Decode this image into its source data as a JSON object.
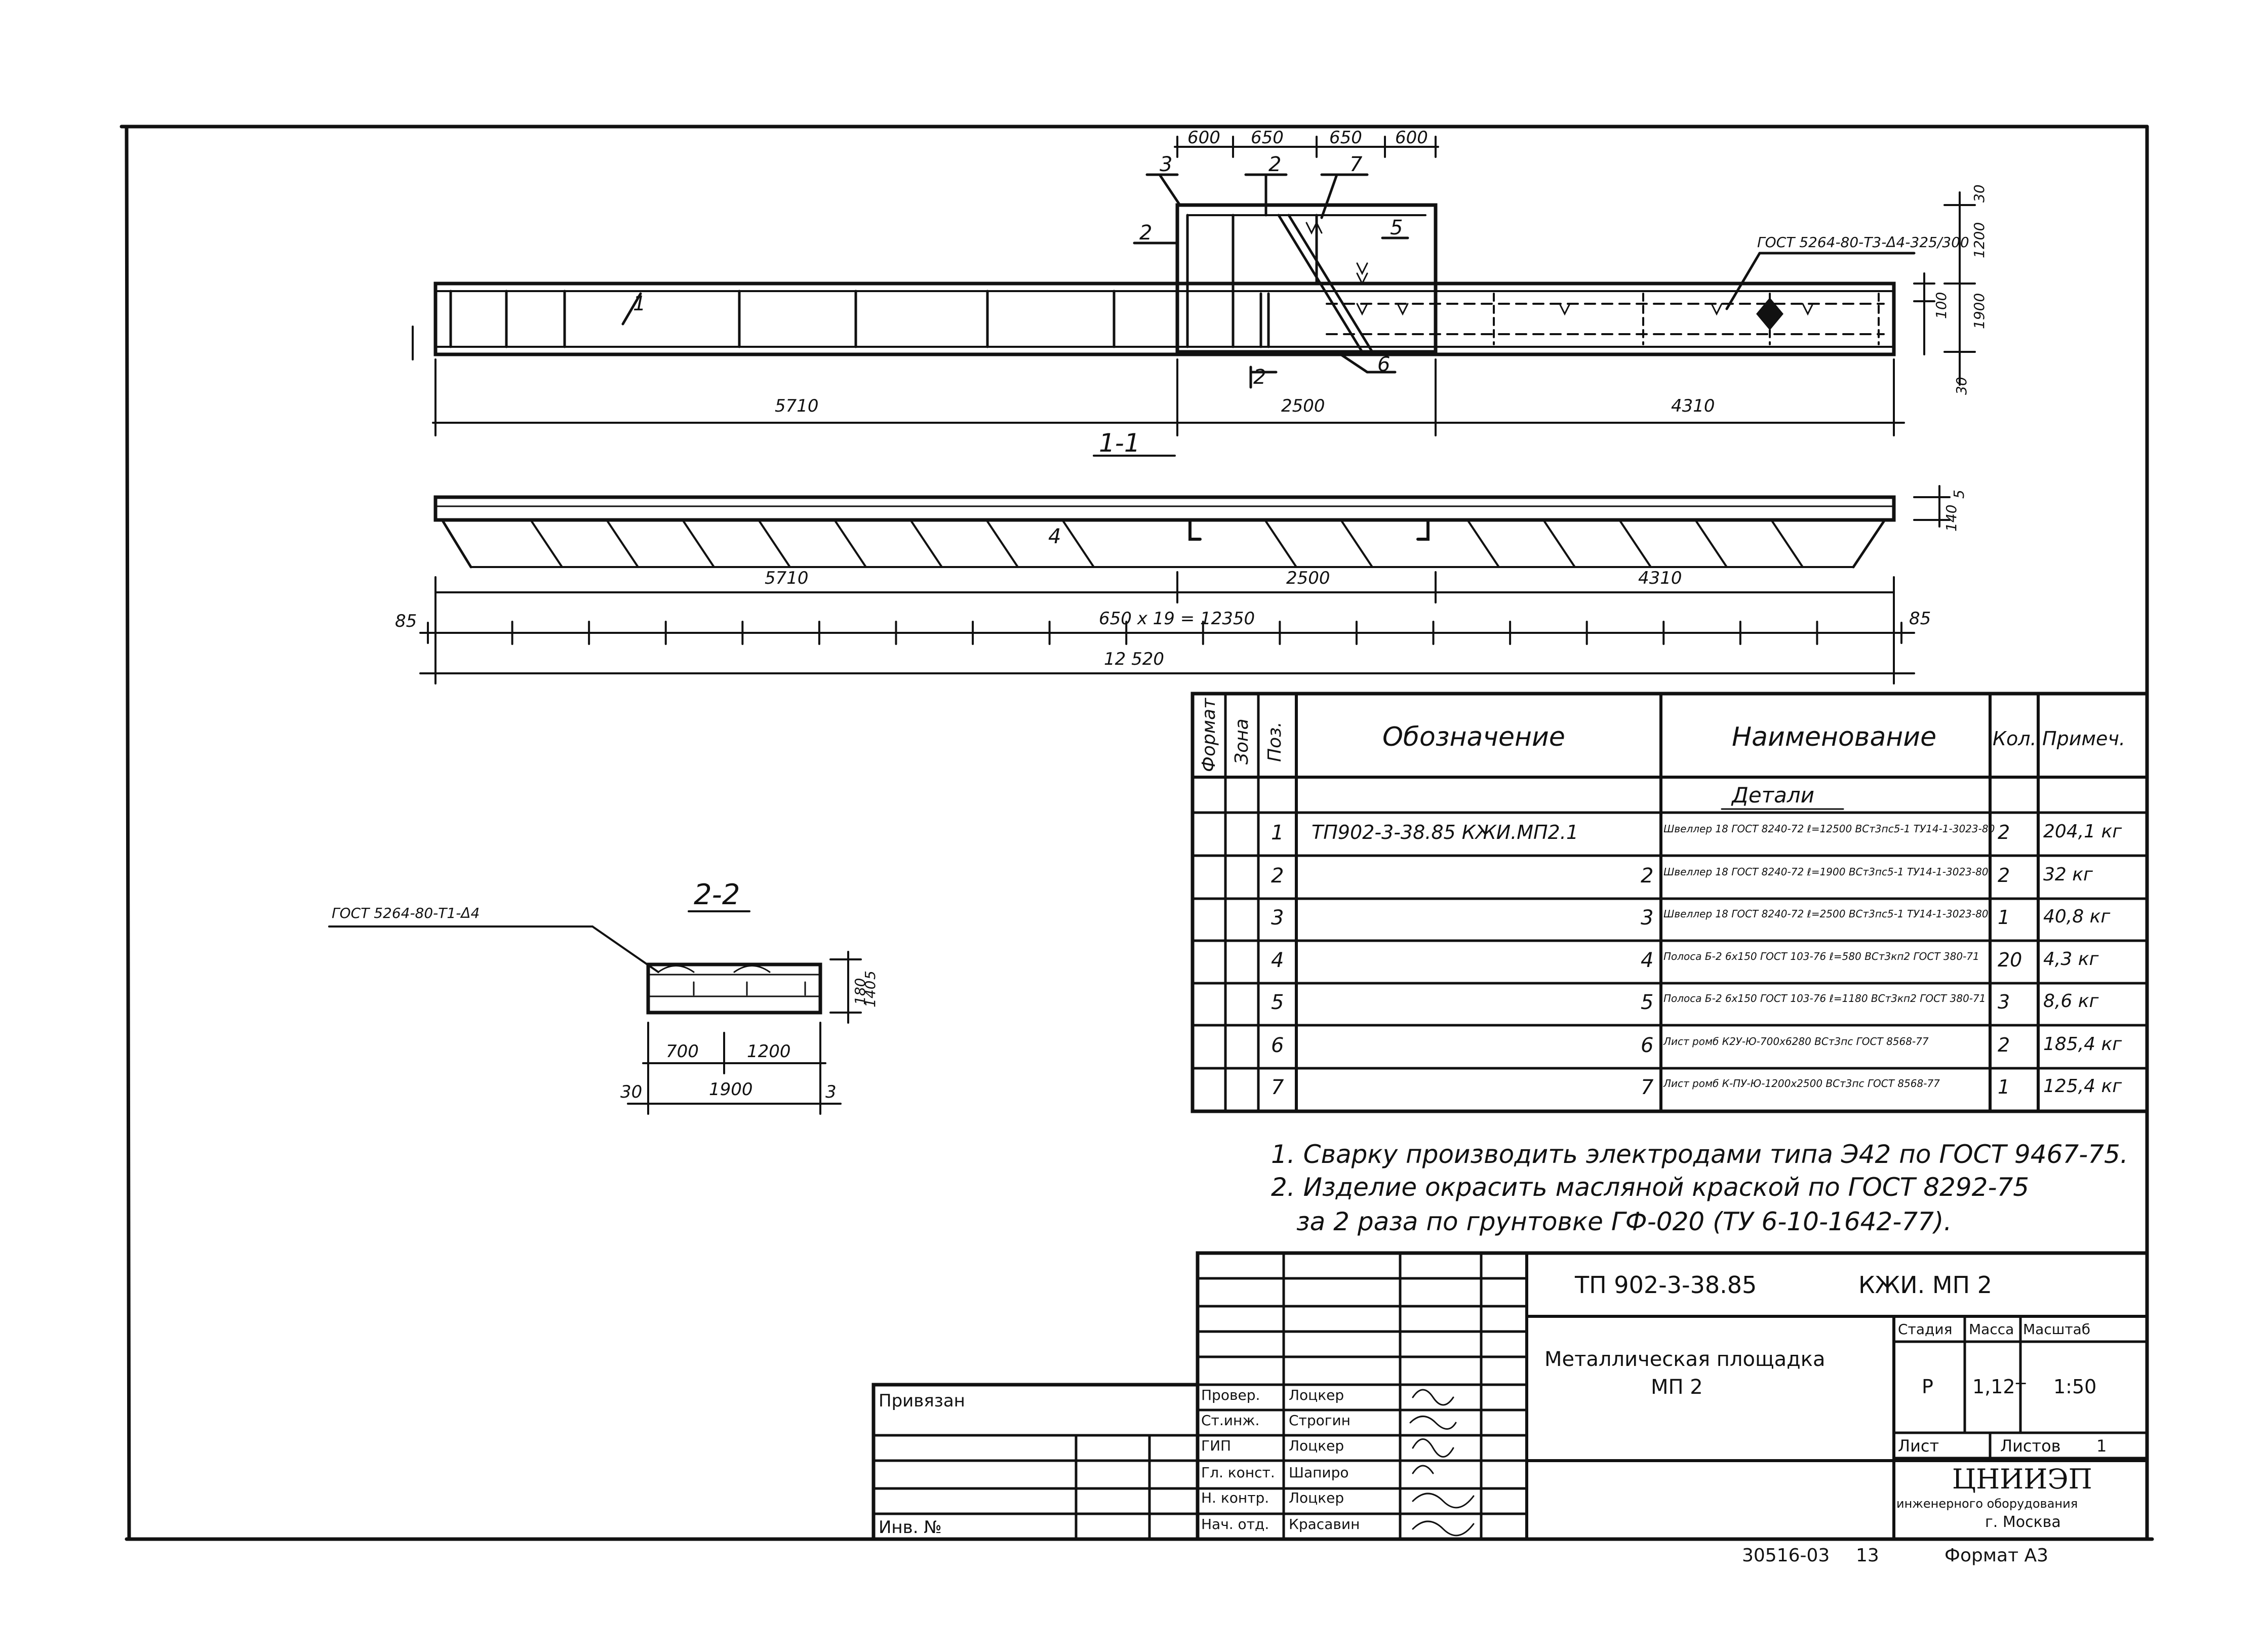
{
  "drawing": {
    "elevation": {
      "dims_top": [
        "600",
        "650",
        "650",
        "600"
      ],
      "dims_bottom": [
        "5710",
        "2500",
        "4310"
      ],
      "dims_right": [
        "30",
        "1200",
        "100",
        "1900",
        "30"
      ],
      "positions": [
        "3",
        "2",
        "7",
        "2",
        "5",
        "1",
        "6",
        "2"
      ],
      "weld_note": "ГОСТ 5264-80-Т3-Δ4-325/300"
    },
    "section_1_1": {
      "title": "1-1",
      "dims_top": [
        "5710",
        "2500",
        "4310"
      ],
      "dim_pitch": "650 х 19 = 12350",
      "dim_end_left": "85",
      "dim_end_right": "85",
      "dim_total": "12 520",
      "dims_right": [
        "5",
        "140"
      ],
      "position": "4"
    },
    "section_2_2": {
      "title": "2-2",
      "weld_note": "ГОСТ 5264-80-Т1-Δ4",
      "dims_bottom": [
        "700",
        "1200"
      ],
      "dim_total": "1900",
      "dim_left": "30",
      "dim_right": "3",
      "dims_right": [
        "5",
        "180",
        "140"
      ]
    }
  },
  "spec_table": {
    "headers": {
      "format": "Формат",
      "zone": "Зона",
      "pos": "Поз.",
      "designation": "Обозначение",
      "name": "Наименование",
      "qty": "Кол.",
      "note": "Примеч."
    },
    "section": "Детали",
    "rows": [
      {
        "pos": "1",
        "designation": "ТП902-3-38.85 КЖИ.МП2.1",
        "name": "Швеллер 18 ГОСТ 8240-72 ℓ=12500 ВСт3пс5-1 ТУ14-1-3023-80",
        "qty": "2",
        "note": "204,1 кг"
      },
      {
        "pos": "2",
        "designation": "2",
        "name": "Швеллер 18 ГОСТ 8240-72 ℓ=1900 ВСт3пс5-1 ТУ14-1-3023-80",
        "qty": "2",
        "note": "32 кг"
      },
      {
        "pos": "3",
        "designation": "3",
        "name": "Швеллер 18 ГОСТ 8240-72 ℓ=2500 ВСт3пс5-1 ТУ14-1-3023-80",
        "qty": "1",
        "note": "40,8 кг"
      },
      {
        "pos": "4",
        "designation": "4",
        "name": "Полоса Б-2 6х150 ГОСТ 103-76 ℓ=580 ВСт3кп2 ГОСТ 380-71",
        "qty": "20",
        "note": "4,3 кг"
      },
      {
        "pos": "5",
        "designation": "5",
        "name": "Полоса Б-2 6х150 ГОСТ 103-76 ℓ=1180 ВСт3кп2 ГОСТ 380-71",
        "qty": "3",
        "note": "8,6 кг"
      },
      {
        "pos": "6",
        "designation": "6",
        "name": "Лист ромб К2У-Ю-700х6280 ВСт3пс ГОСТ 8568-77",
        "qty": "2",
        "note": "185,4 кг"
      },
      {
        "pos": "7",
        "designation": "7",
        "name": "Лист ромб К-ПУ-Ю-1200х2500 ВСт3пс ГОСТ 8568-77",
        "qty": "1",
        "note": "125,4 кг"
      }
    ]
  },
  "notes": [
    "1. Сварку производить электродами типа Э42 по ГОСТ 9467-75.",
    "2. Изделие окрасить масляной краской по ГОСТ 8292-75",
    "за 2 раза по грунтовке ГФ-020 (ТУ 6-10-1642-77)."
  ],
  "title_block": {
    "doc_code": "ТП 902-3-38.85",
    "doc_mark": "КЖИ. МП 2",
    "title_line1": "Металлическая площадка",
    "title_line2": "МП 2",
    "stage_label": "Стадия",
    "mass_label": "Масса",
    "scale_label": "Масштаб",
    "stage": "Р",
    "mass": "1,12т",
    "scale": "1:50",
    "sheet_label": "Лист",
    "sheets_label": "Листов",
    "sheets_count": "1",
    "org_name": "ЦНИИЭП",
    "org_sub": "инженерного оборудования",
    "org_city": "г. Москва",
    "privyazan": "Привязан",
    "inv_label": "Инв. №",
    "signers": [
      {
        "role": "Провер.",
        "name": "Лоцкер"
      },
      {
        "role": "Ст.инж.",
        "name": "Строгин"
      },
      {
        "role": "ГИП",
        "name": "Лоцкер"
      },
      {
        "role": "Гл. конст.",
        "name": "Шапиро"
      },
      {
        "role": "Н. контр.",
        "name": "Лоцкер"
      },
      {
        "role": "Нач. отд.",
        "name": "Красавин"
      }
    ]
  },
  "footer": {
    "archive_no": "30516-03",
    "sheet_no": "13",
    "format_label": "Формат А3"
  }
}
